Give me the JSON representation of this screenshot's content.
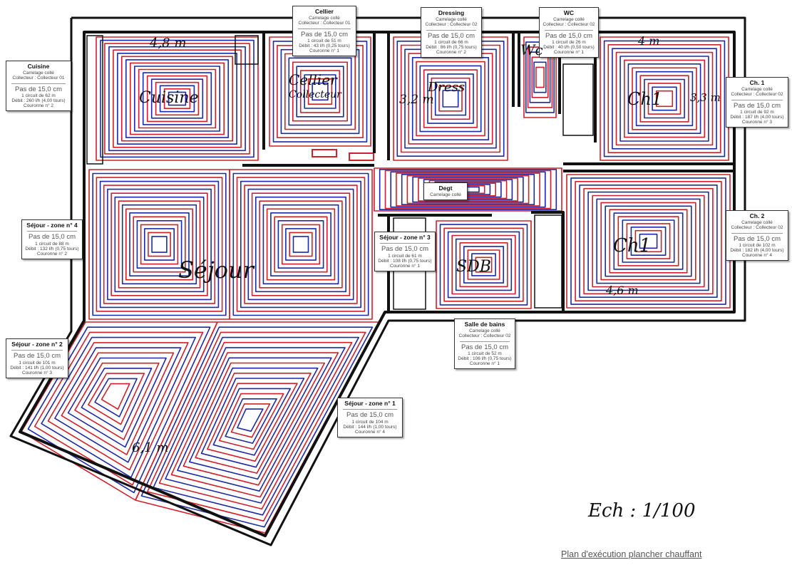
{
  "title": "Plan d'exécution plancher chauffant",
  "scale": "Ech : 1/100",
  "colors": {
    "supply": "#d0202a",
    "return": "#1c2aa5",
    "wall": "#111111"
  },
  "rooms": [
    {
      "id": "cuisine",
      "title": "Cuisine",
      "floor": "Carrelage collé",
      "collector": "Collecteur : Collecteur 01",
      "pitch": "Pas de 15,0 cm",
      "circuit": "1 circuit de 62 m",
      "flow": "Débit : 260 l/h (4,00 tours)",
      "ring": "Couronne n° 2"
    },
    {
      "id": "cellier",
      "title": "Cellier",
      "floor": "Carrelage collé",
      "collector": "Collecteur : Collecteur 01",
      "pitch": "Pas de 15,0 cm",
      "circuit": "1 circuit de 51 m",
      "flow": "Débit : 43 l/h (0,25 tours)",
      "ring": "Couronne n° 1"
    },
    {
      "id": "dressing",
      "title": "Dressing",
      "floor": "Carrelage collé",
      "collector": "Collecteur : Collecteur 02",
      "pitch": "Pas de 15,0 cm",
      "circuit": "1 circuit de 66 m",
      "flow": "Débit : 86 l/h (0,75 tours)",
      "ring": "Couronne n° 2"
    },
    {
      "id": "wc",
      "title": "WC",
      "floor": "Carrelage collé",
      "collector": "Collecteur : Collecteur 02",
      "pitch": "Pas de 15,0 cm",
      "circuit": "1 circuit de 26 m",
      "flow": "Débit : 40 l/h (0,50 tours)",
      "ring": "Couronne n° 1"
    },
    {
      "id": "ch1",
      "title": "Ch. 1",
      "floor": "Carrelage collé",
      "collector": "Collecteur : Collecteur 02",
      "pitch": "Pas de 15,0 cm",
      "circuit": "1 circuit de 92 m",
      "flow": "Débit : 187 l/h (4,00 tours)",
      "ring": "Couronne n° 3"
    },
    {
      "id": "degt",
      "title": "Degt",
      "floor": "Carrelage collé"
    },
    {
      "id": "sejour4",
      "title": "Séjour - zone n° 4",
      "pitch": "Pas de 15,0 cm",
      "circuit": "1 circuit de 88 m",
      "flow": "Débit : 132 l/h (0,75 tours)",
      "ring": "Couronne n° 2"
    },
    {
      "id": "sejour3",
      "title": "Séjour - zone n° 3",
      "pitch": "Pas de 15,0 cm",
      "circuit": "1 circuit de 61 m",
      "flow": "Débit : 108 l/h (0,75 tours)",
      "ring": "Couronne n° 1"
    },
    {
      "id": "ch2",
      "title": "Ch. 2",
      "floor": "Carrelage collé",
      "collector": "Collecteur : Collecteur 02",
      "pitch": "Pas de 15,0 cm",
      "circuit": "1 circuit de 102 m",
      "flow": "Débit : 182 l/h (4,00 tours)",
      "ring": "Couronne n° 4"
    },
    {
      "id": "sdb",
      "title": "Salle de bains",
      "floor": "Carrelage collé",
      "collector": "Collecteur : Collecteur 02",
      "pitch": "Pas de 15,0 cm",
      "circuit": "1 circuit de 52 m",
      "flow": "Débit : 106 l/h (0,75 tours)",
      "ring": "Couronne n° 1"
    },
    {
      "id": "sejour2",
      "title": "Séjour - zone n° 2",
      "pitch": "Pas de 15,0 cm",
      "circuit": "1 circuit de 101 m",
      "flow": "Débit : 141 l/h (1,00 tours)",
      "ring": "Couronne n° 3"
    },
    {
      "id": "sejour1",
      "title": "Séjour - zone n° 1",
      "pitch": "Pas de 15,0 cm",
      "circuit": "1 circuit de 104 m",
      "flow": "Débit : 144 l/h (1,00 tours)",
      "ring": "Couronne n° 4"
    }
  ],
  "handwritten": [
    {
      "id": "dim-cuisine",
      "text": "4,8 m"
    },
    {
      "id": "name-cuisine",
      "text": "Cuisine"
    },
    {
      "id": "name-cellier",
      "text": "Cellier"
    },
    {
      "id": "name-collecteur",
      "text": "Collecteur"
    },
    {
      "id": "dim-dressing",
      "text": "3,2 m"
    },
    {
      "id": "name-dressing",
      "text": "Dress"
    },
    {
      "id": "name-wc",
      "text": "Wc"
    },
    {
      "id": "dim-ch1-w",
      "text": "4 m"
    },
    {
      "id": "name-ch1",
      "text": "Ch1"
    },
    {
      "id": "dim-ch1-h",
      "text": "3,3 m"
    },
    {
      "id": "name-ch2",
      "text": "Ch1"
    },
    {
      "id": "dim-ch2",
      "text": "4,6 m"
    },
    {
      "id": "name-sdb",
      "text": "SDB"
    },
    {
      "id": "name-sejour",
      "text": "Séjour"
    },
    {
      "id": "dim-sejour",
      "text": "6,1 m"
    }
  ]
}
